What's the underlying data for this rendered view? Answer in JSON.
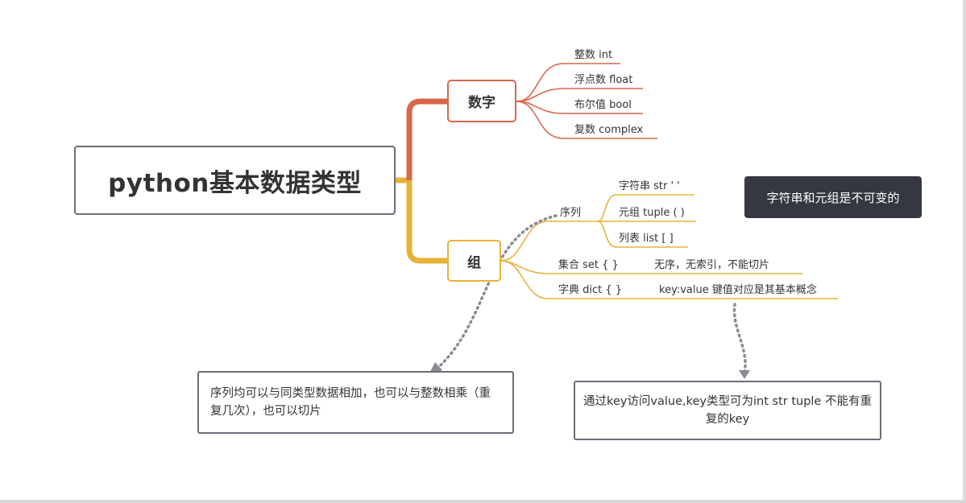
{
  "root": {
    "title": "python基本数据类型"
  },
  "numbers": {
    "title": "数字",
    "items": [
      "整数  int",
      "浮点数  float",
      "布尔值  bool",
      "复数  complex"
    ]
  },
  "groups": {
    "title": "组",
    "sequence": {
      "label": "序列",
      "items": [
        "字符串  str  ' '",
        "元组  tuple ( )",
        "列表  list  [ ]"
      ]
    },
    "set": {
      "label": "集合 set { }",
      "note": "无序，无索引，不能切片"
    },
    "dict": {
      "label": "字典 dict { }",
      "note": "key:value 键值对应是其基本概念"
    }
  },
  "callout": "字符串和元组是不可变的",
  "notes": {
    "sequence": "序列均可以与同类型数据相加，也可以与整数相乘（重复几次），也可以切片",
    "dict_key": "通过key访问value,key类型可为int str tuple 不能有重复的key"
  },
  "colors": {
    "numbers_branch": "#d9664b",
    "groups_branch": "#e8b23a",
    "root_border": "#6b6e78",
    "callout_bg": "#353840",
    "dotted_link": "#8a8c94"
  }
}
